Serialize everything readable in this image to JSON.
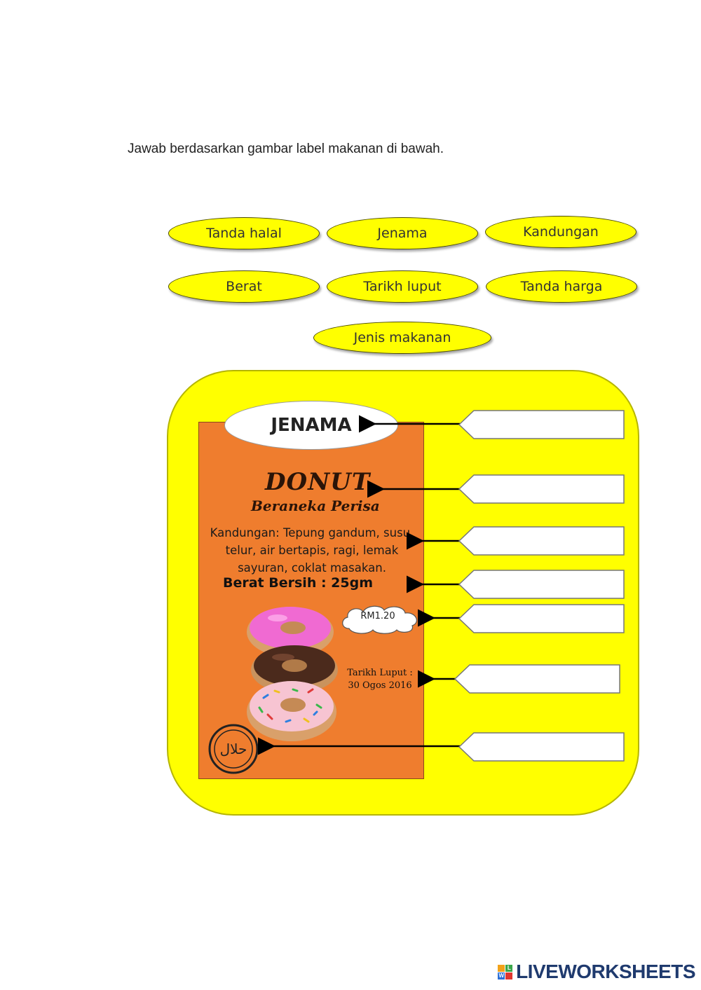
{
  "instruction": "Jawab berdasarkan gambar label makanan di bawah.",
  "answer_options": [
    "Tanda halal",
    "Jenama",
    "Kandungan",
    "Berat",
    "Tarikh luput",
    "Tanda harga",
    "Jenis makanan"
  ],
  "label": {
    "brand": "JENAMA",
    "product_name": "DONUT",
    "product_subtitle": "Beraneka Perisa",
    "ingredients": "Kandungan: Tepung gandum, susu, telur, air bertapis, ragi, lemak sayuran, coklat masakan.",
    "net_weight": "Berat Bersih : 25gm",
    "price": "RM1.20",
    "expiry_label": "Tarikh Luput :",
    "expiry_date": "30 Ogos 2016",
    "halal_text": "حلال"
  },
  "answer_boxes": [
    "",
    "",
    "",
    "",
    "",
    "",
    ""
  ],
  "colors": {
    "board": "#ffff00",
    "pack": "#ef7d2e",
    "pill": "#ffff00"
  },
  "footer": {
    "logo_text": "LIVEWORKSHEETS",
    "logo_letters": [
      "L",
      "W"
    ]
  }
}
